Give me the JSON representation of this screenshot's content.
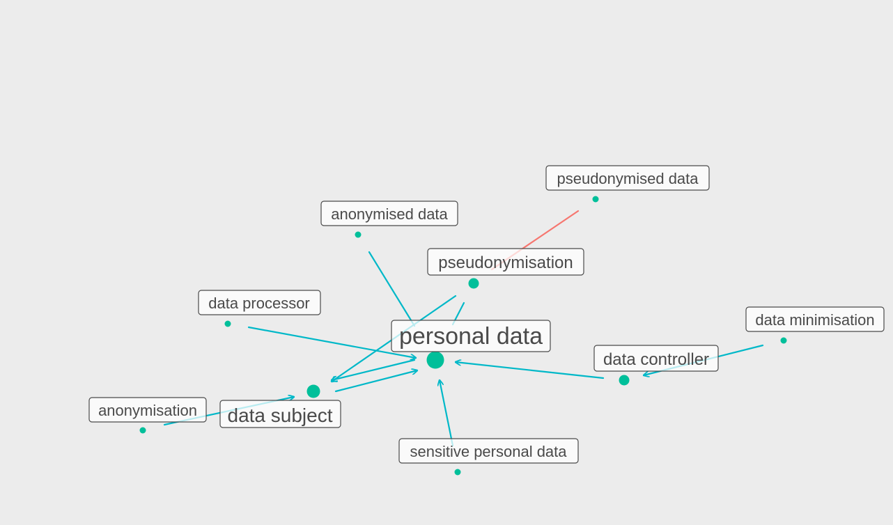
{
  "diagram": {
    "title": "",
    "colors": {
      "background": "#ececec",
      "node": "#00bf9a",
      "edge_primary": "#00b8c8",
      "edge_secondary": "#f6766f",
      "label_text": "#4a4a4a",
      "label_border": "#4a4a4a"
    },
    "nodes": [
      {
        "id": "personal-data",
        "label": "personal data",
        "size": "large"
      },
      {
        "id": "data-subject",
        "label": "data subject",
        "size": "medium"
      },
      {
        "id": "pseudonymisation",
        "label": "pseudonymisation",
        "size": "small-medium"
      },
      {
        "id": "data-controller",
        "label": "data controller",
        "size": "small-medium"
      },
      {
        "id": "pseudonymised-data",
        "label": "pseudonymised data",
        "size": "small"
      },
      {
        "id": "anonymised-data",
        "label": "anonymised data",
        "size": "small"
      },
      {
        "id": "data-processor",
        "label": "data processor",
        "size": "small"
      },
      {
        "id": "data-minimisation",
        "label": "data minimisation",
        "size": "small"
      },
      {
        "id": "anonymisation",
        "label": "anonymisation",
        "size": "small"
      },
      {
        "id": "sensitive-personal-data",
        "label": "sensitive personal data",
        "size": "small"
      }
    ],
    "edges": [
      {
        "from": "pseudonymised-data",
        "to": "pseudonymisation",
        "color": "secondary",
        "arrow": false
      },
      {
        "from": "anonymised-data",
        "to": "personal-data",
        "color": "primary",
        "arrow": false
      },
      {
        "from": "pseudonymisation",
        "to": "personal-data",
        "color": "primary",
        "arrow": false
      },
      {
        "from": "pseudonymisation",
        "to": "data-subject",
        "color": "primary",
        "arrow": true
      },
      {
        "from": "data-processor",
        "to": "personal-data",
        "color": "primary",
        "arrow": true
      },
      {
        "from": "personal-data",
        "to": "data-subject",
        "color": "primary",
        "arrow": true
      },
      {
        "from": "data-subject",
        "to": "personal-data",
        "color": "primary",
        "arrow": true
      },
      {
        "from": "anonymisation",
        "to": "data-subject",
        "color": "primary",
        "arrow": true
      },
      {
        "from": "data-controller",
        "to": "personal-data",
        "color": "primary",
        "arrow": true
      },
      {
        "from": "data-minimisation",
        "to": "data-controller",
        "color": "primary",
        "arrow": true
      },
      {
        "from": "sensitive-personal-data",
        "to": "personal-data",
        "color": "primary",
        "arrow": true
      }
    ]
  }
}
